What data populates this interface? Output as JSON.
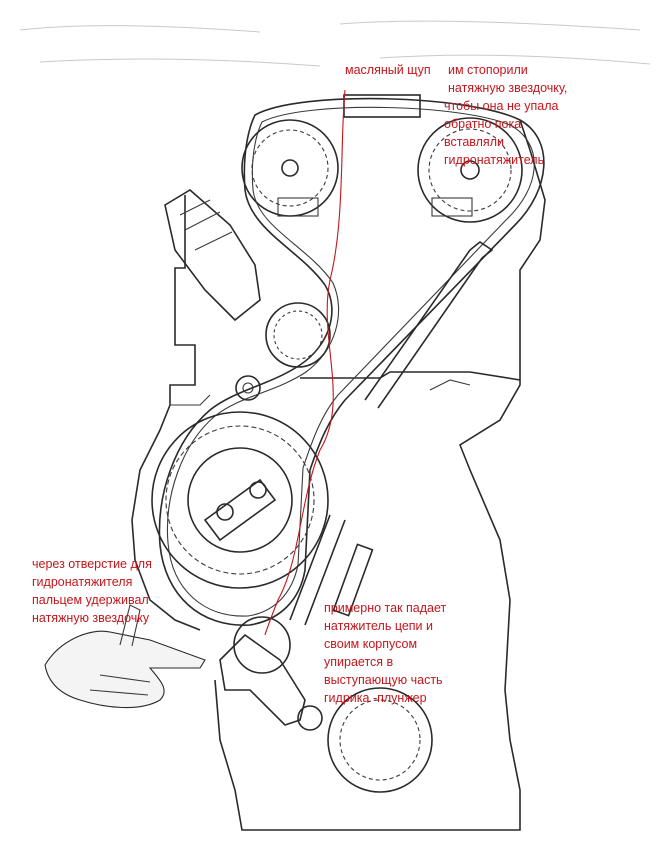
{
  "annotations": {
    "oil_dipstick": "масляный щуп",
    "top_note": [
      "им стопорили",
      "натяжную звездочку,",
      "чтобы она не упала",
      "обратно пока",
      "вставляли",
      "гидронатяжитель"
    ],
    "left_note": [
      "через отверстие для",
      "гидронатяжителя",
      "пальцем удерживал",
      "натяжную звездочку"
    ],
    "bottom_note": [
      "примерно так падает",
      "натяжитель цепи и",
      "своим корпусом",
      "упирается в",
      "выступающую часть",
      "гидрика -плунжер"
    ]
  },
  "colors": {
    "annotation": "#c4161c",
    "line_art": "#2a2a2a",
    "hand_fill": "#f4f4f4"
  }
}
